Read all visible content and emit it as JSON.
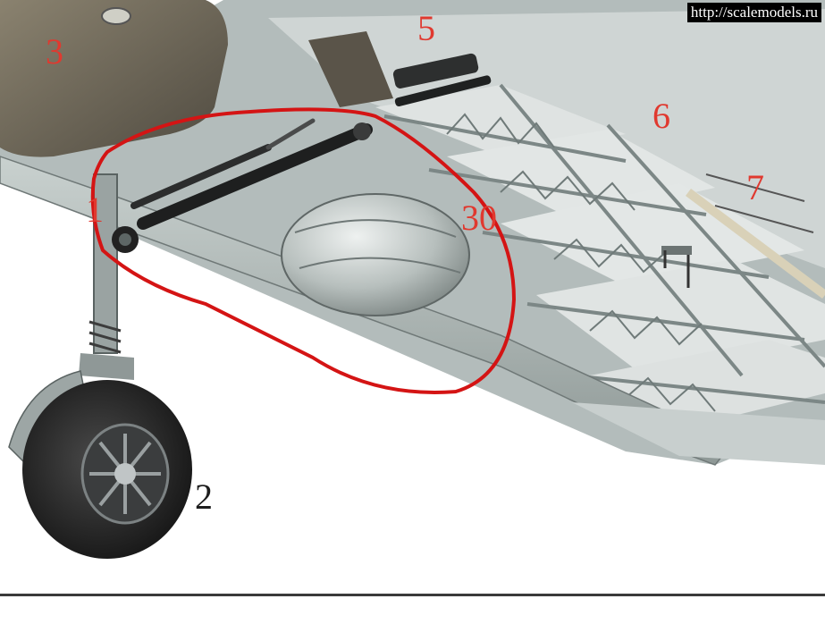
{
  "watermark": "http://scalemodels.ru",
  "labels": {
    "n1": "1",
    "n2": "2",
    "n3": "3",
    "n5": "5",
    "n6": "6",
    "n7": "7",
    "n30": "30"
  },
  "colors": {
    "highlight": "#d41414",
    "wing_skin": "#a9b3b2",
    "tank": "#6e6658",
    "tire": "#2a2a2a",
    "label_red": "#e0392f"
  }
}
